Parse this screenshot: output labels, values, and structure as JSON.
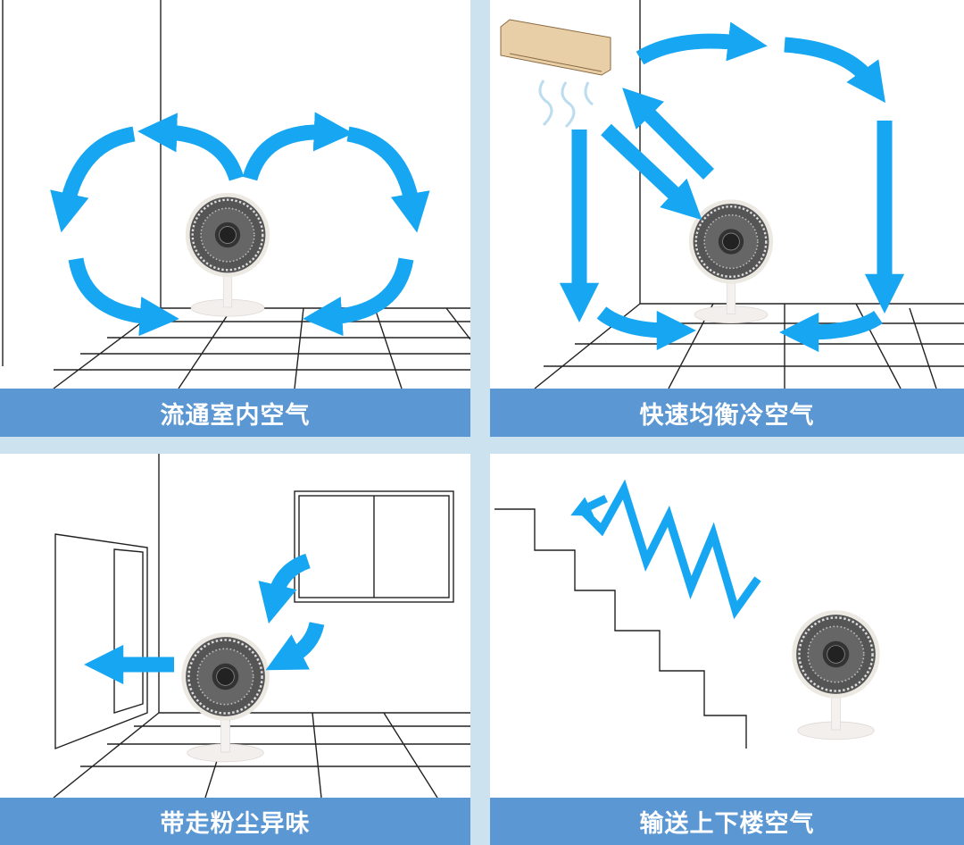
{
  "panels": [
    {
      "label": "流通室内空气"
    },
    {
      "label": "快速均衡冷空气"
    },
    {
      "label": "带走粉尘异味"
    },
    {
      "label": "输送上下楼空气"
    }
  ],
  "colors": {
    "label_bg": "#5b97d2",
    "arrow": "#16a6f2",
    "divider": "#cce2ee"
  }
}
